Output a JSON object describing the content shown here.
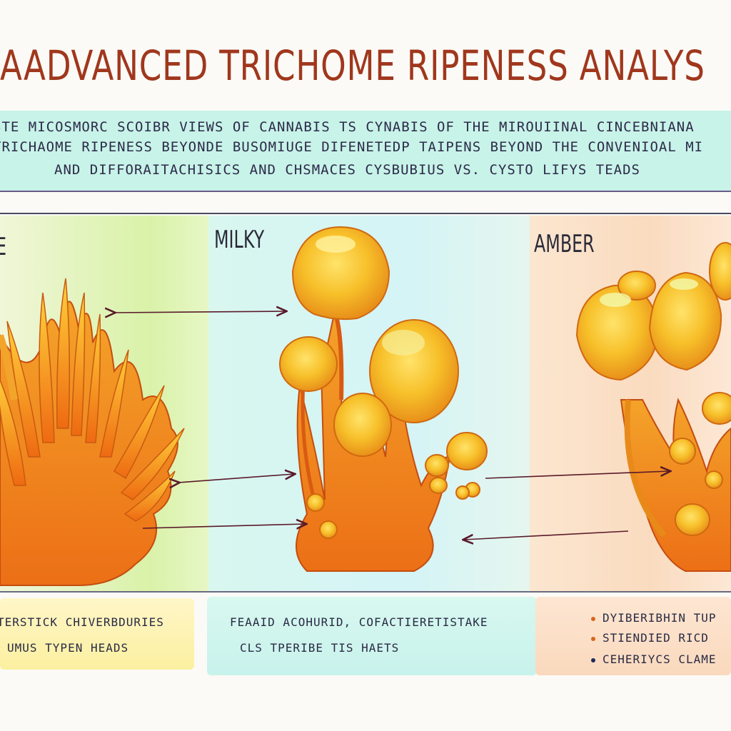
{
  "title": "AADVANCED TRICHOME RIPENESS ANALYS",
  "subtitle_lines": [
    "STE MICOSMORC SCOIBR VIEWS OF CANNABIS TS CYNABIS  OF THE  MIROUIINAL CINCEBNIANA",
    "TRICHAOME RIPENESS BEYONDE BUSOMIUGE DIFENETEDP TAIPENS  BEYOND THE CONVENIOAL MI",
    "AND DIFFORAITACHISICS AND CHSMACES CYSBUBIUS  VS. CYSTO LIFYS  TEADS"
  ],
  "panels": {
    "clear": {
      "label": "E",
      "color": "#dff3b0"
    },
    "milky": {
      "label": "MILKY",
      "color": "#d6f5f0"
    },
    "amber": {
      "label": "AMBER",
      "color": "#fbe2c8"
    }
  },
  "captions": {
    "clear": [
      "TERSTICK CHIVERBDURIES",
      "UMUS  TYPEN  HEADS"
    ],
    "milky": [
      "FEAAID ACOHURID, COFACTIERETISTAKE",
      "CLS  TPERIBE TIS HAETS"
    ],
    "amber": [
      "DYIBERIBHIN  TUP",
      "STIENDIED  RICD",
      "CEHERIYCS CLAME"
    ]
  },
  "colors": {
    "title": "#a0371d",
    "orange": "#ef7a1a",
    "gold": "#f6b820",
    "bullet_orange": "#d9661b",
    "bullet_navy": "#1f2a5a"
  }
}
